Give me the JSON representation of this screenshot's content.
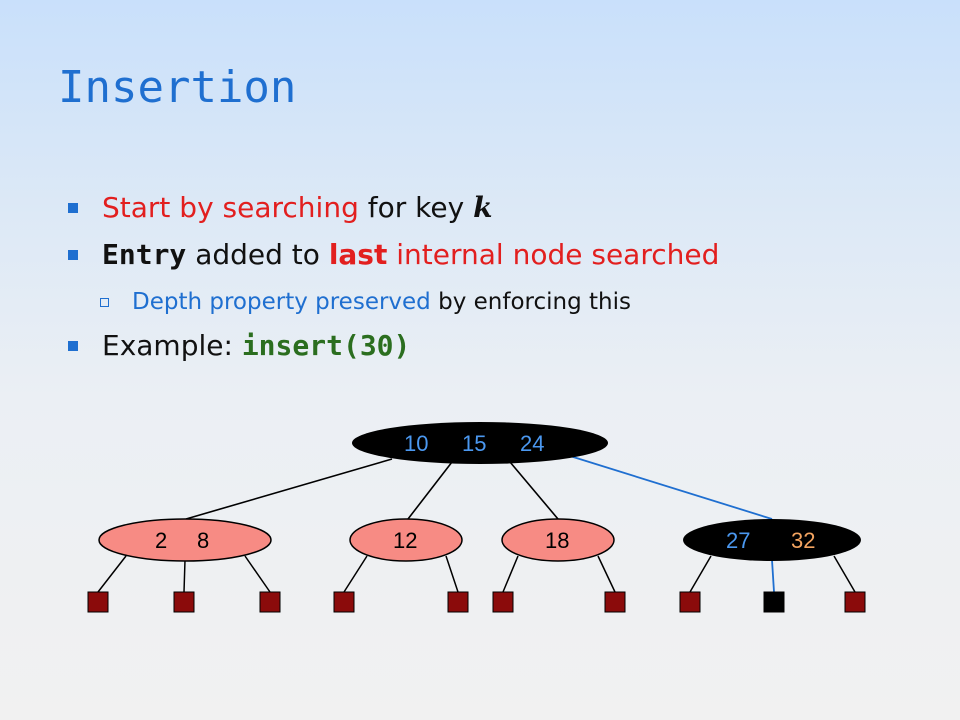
{
  "title": "Insertion",
  "bullets": {
    "b1": {
      "p1": "Start by searching",
      "p2": " for key ",
      "p3": "k"
    },
    "b2": {
      "p1": "Entry",
      "p2": " added to ",
      "p3": "last",
      "p4": " internal node searched"
    },
    "b3": {
      "p1": "Depth property preserved",
      "p2": " by enforcing this"
    },
    "b4": {
      "p1": "Example: ",
      "p2": "insert(30)"
    }
  },
  "tree": {
    "root": {
      "keys": [
        "10",
        "15",
        "24"
      ]
    },
    "children": [
      {
        "keys": [
          "2",
          "8"
        ]
      },
      {
        "keys": [
          "12"
        ]
      },
      {
        "keys": [
          "18"
        ]
      },
      {
        "keys": [
          "27",
          "32"
        ]
      }
    ]
  },
  "colors": {
    "title": "#1f6fd0",
    "highlight_red": "#e21f1f",
    "highlight_blue": "#1f6fd0",
    "code_green": "#2b6e1f",
    "pink_node": "#f78b84",
    "black_node": "#000000",
    "leaf_red": "#8b0b0b",
    "key_blue": "#4b98f0",
    "key_orange": "#f4a460"
  }
}
